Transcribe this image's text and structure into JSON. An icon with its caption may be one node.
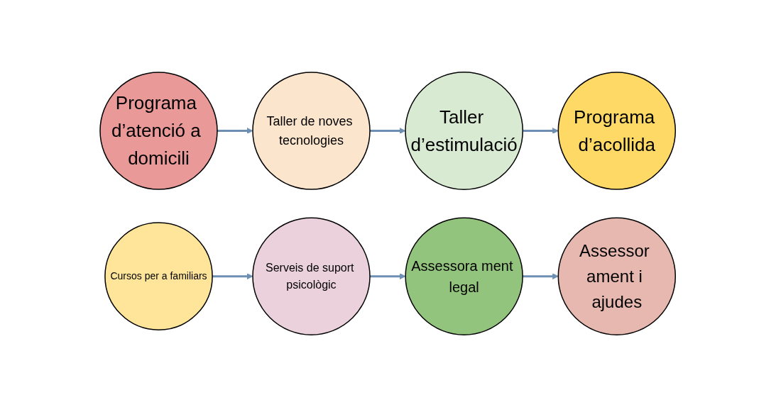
{
  "diagram": {
    "nodes": [
      {
        "text": [
          "Programa d’atenció a domicili"
        ]
      },
      {
        "text": [
          "Taller de noves tecnologies"
        ]
      },
      {
        "text": [
          "Taller d’estimulació"
        ]
      },
      {
        "text": [
          "Programa d’acollida"
        ]
      },
      {
        "text": [
          "Cursos per a familiars"
        ]
      },
      {
        "text": [
          "Serveis de suport psicològic"
        ]
      },
      {
        "text": [
          "Assessora ment legal"
        ]
      },
      {
        "text": [
          "Assessor ament i ajudes"
        ]
      }
    ],
    "edges": [
      {
        "from": 0,
        "to": 1,
        "arrow": "to"
      },
      {
        "from": 1,
        "to": 2,
        "arrow": "to"
      },
      {
        "from": 2,
        "to": 3,
        "arrow": "to"
      },
      {
        "from": 4,
        "to": 5,
        "arrow": "to"
      },
      {
        "from": 5,
        "to": 6,
        "arrow": "to"
      },
      {
        "from": 6,
        "to": 7,
        "arrow": "to"
      }
    ]
  }
}
